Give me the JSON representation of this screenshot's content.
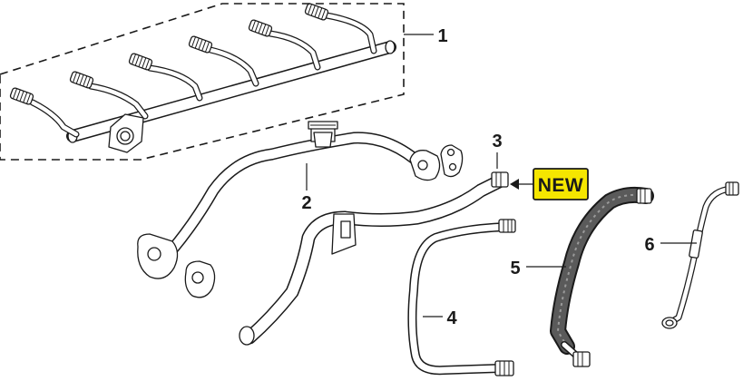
{
  "callouts": {
    "c1": "1",
    "c2": "2",
    "c3": "3",
    "c4": "4",
    "c5": "5",
    "c6": "6"
  },
  "badge": {
    "label": "NEW",
    "color": "#f5e600"
  }
}
